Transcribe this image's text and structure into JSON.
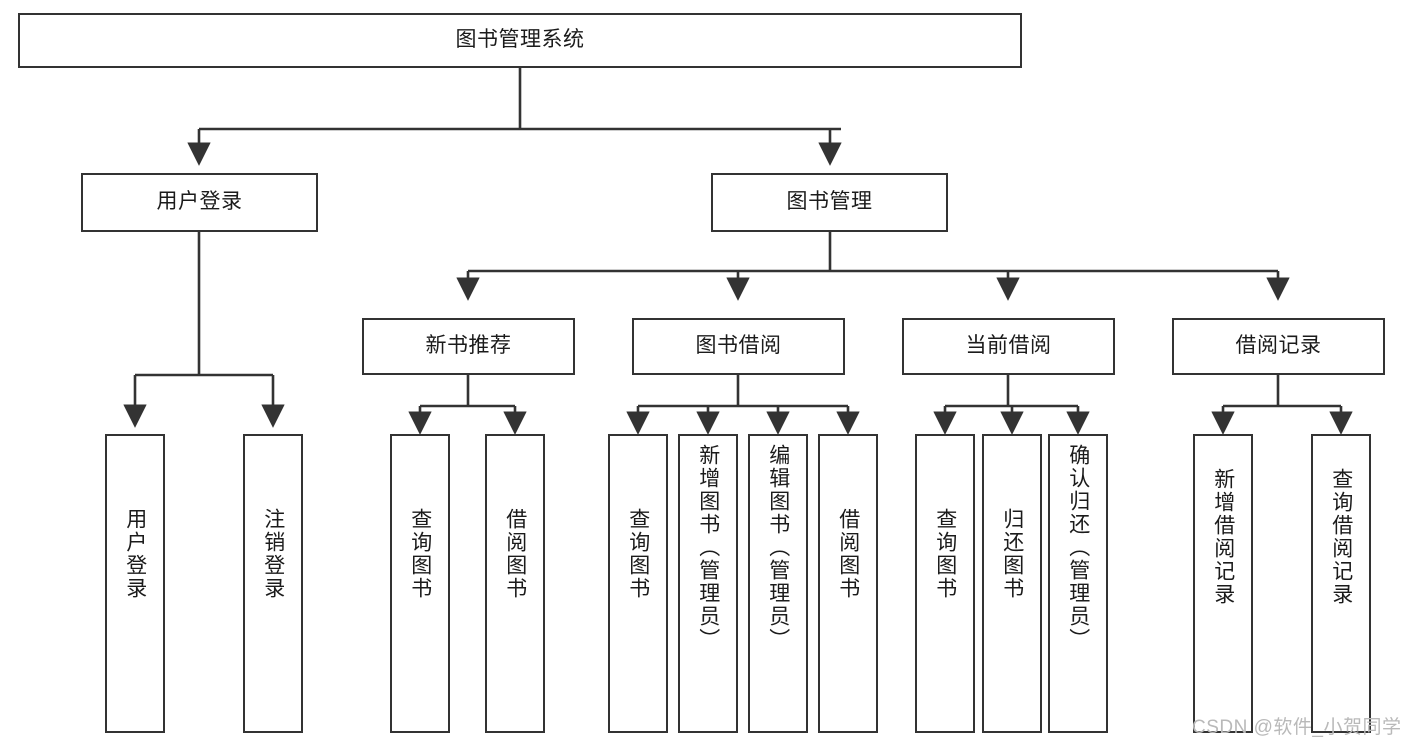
{
  "diagram": {
    "title": "图书管理系统",
    "type": "tree-hierarchy",
    "root": {
      "id": "root",
      "label": "图书管理系统"
    },
    "level2": [
      {
        "id": "user-login",
        "label": "用户登录"
      },
      {
        "id": "book-manage",
        "label": "图书管理"
      }
    ],
    "level3": [
      {
        "id": "new-book-recommend",
        "label": "新书推荐",
        "parent": "book-manage"
      },
      {
        "id": "book-borrow",
        "label": "图书借阅",
        "parent": "book-manage"
      },
      {
        "id": "current-borrow",
        "label": "当前借阅",
        "parent": "book-manage"
      },
      {
        "id": "borrow-record",
        "label": "借阅记录",
        "parent": "book-manage"
      }
    ],
    "leaves": [
      {
        "id": "leaf-user-login",
        "label": "用户登录",
        "parent": "user-login"
      },
      {
        "id": "leaf-logout-login",
        "label": "注销登录",
        "parent": "user-login"
      },
      {
        "id": "leaf-query-book-1",
        "label": "查询图书",
        "parent": "new-book-recommend"
      },
      {
        "id": "leaf-borrow-book-1",
        "label": "借阅图书",
        "parent": "new-book-recommend"
      },
      {
        "id": "leaf-query-book-2",
        "label": "查询图书",
        "parent": "book-borrow"
      },
      {
        "id": "leaf-add-book",
        "label": "新增图书（管理员）",
        "parent": "book-borrow"
      },
      {
        "id": "leaf-edit-book",
        "label": "编辑图书（管理员）",
        "parent": "book-borrow"
      },
      {
        "id": "leaf-borrow-book-2",
        "label": "借阅图书",
        "parent": "book-borrow"
      },
      {
        "id": "leaf-query-book-3",
        "label": "查询图书",
        "parent": "current-borrow"
      },
      {
        "id": "leaf-return-book",
        "label": "归还图书",
        "parent": "current-borrow"
      },
      {
        "id": "leaf-confirm-return",
        "label": "确认归还（管理员）",
        "parent": "current-borrow"
      },
      {
        "id": "leaf-add-record",
        "label": "新增借阅记录",
        "parent": "borrow-record"
      },
      {
        "id": "leaf-query-record",
        "label": "查询借阅记录",
        "parent": "borrow-record"
      }
    ]
  },
  "watermark": {
    "text": "CSDN @软件_小贺同学"
  },
  "colors": {
    "border": "#333333",
    "background": "#ffffff",
    "text": "#1b1b1b",
    "watermark": "#b9b9b9"
  }
}
